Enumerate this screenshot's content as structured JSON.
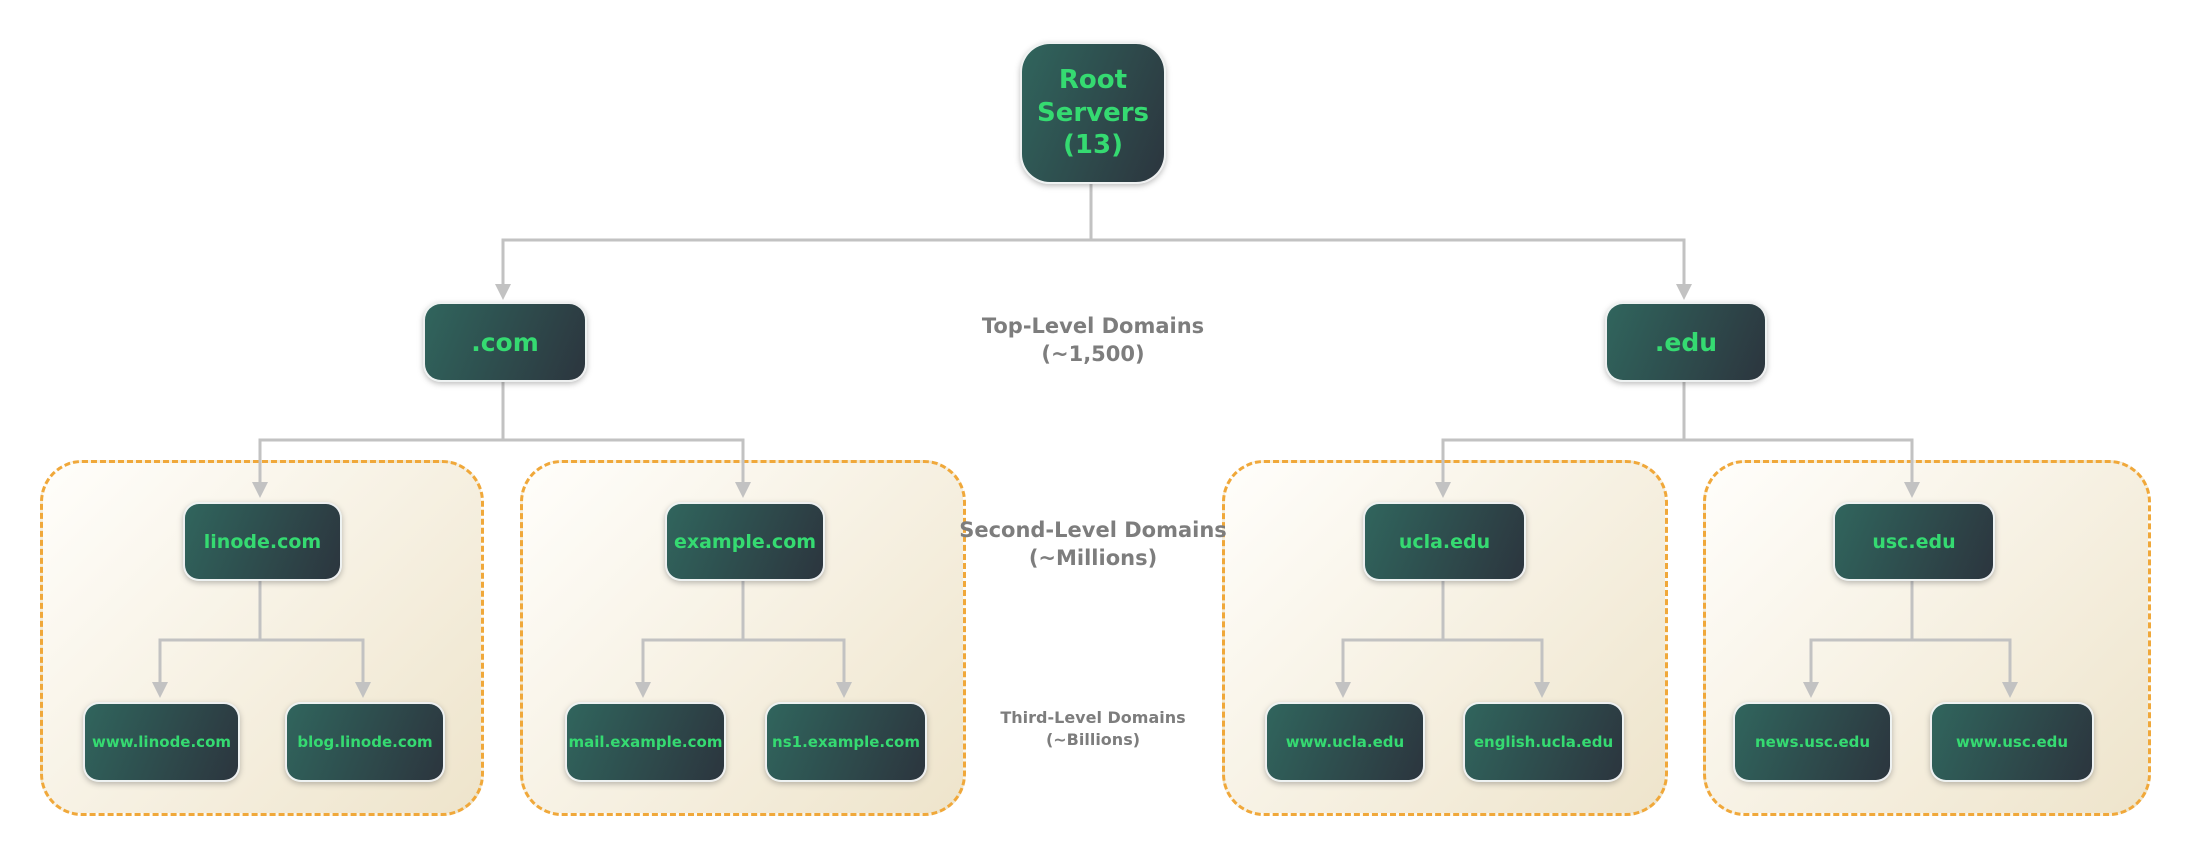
{
  "nodes": {
    "root": {
      "label": "Root Servers (13)"
    },
    "com": {
      "label": ".com"
    },
    "edu": {
      "label": ".edu"
    },
    "linode": {
      "label": "linode.com"
    },
    "example": {
      "label": "example.com"
    },
    "ucla": {
      "label": "ucla.edu"
    },
    "usc": {
      "label": "usc.edu"
    },
    "www_linode": {
      "label": "www.linode.com"
    },
    "blog_linode": {
      "label": "blog.linode.com"
    },
    "mail_example": {
      "label": "mail.example.com"
    },
    "ns1_example": {
      "label": "ns1.example.com"
    },
    "www_ucla": {
      "label": "www.ucla.edu"
    },
    "english_ucla": {
      "label": "english.ucla.edu"
    },
    "news_usc": {
      "label": "news.usc.edu"
    },
    "www_usc": {
      "label": "www.usc.edu"
    }
  },
  "level_labels": {
    "tld": {
      "line1": "Top-Level Domains",
      "line2": "(~1,500)"
    },
    "sld": {
      "line1": "Second-Level Domains",
      "line2": "(~Millions)"
    },
    "third": {
      "line1": "Third-Level Domains",
      "line2": "(~Billions)"
    }
  },
  "edges": [
    [
      "root",
      "com"
    ],
    [
      "root",
      "edu"
    ],
    [
      "com",
      "linode"
    ],
    [
      "com",
      "example"
    ],
    [
      "edu",
      "ucla"
    ],
    [
      "edu",
      "usc"
    ],
    [
      "linode",
      "www_linode"
    ],
    [
      "linode",
      "blog_linode"
    ],
    [
      "example",
      "mail_example"
    ],
    [
      "example",
      "ns1_example"
    ],
    [
      "ucla",
      "www_ucla"
    ],
    [
      "ucla",
      "english_ucla"
    ],
    [
      "usc",
      "news_usc"
    ],
    [
      "usc",
      "www_usc"
    ]
  ],
  "colors": {
    "node_gradient_start": "#30655d",
    "node_gradient_end": "#2c353e",
    "node_text": "#35da71",
    "connector": "#c2c2c2",
    "group_border": "#f0a83a",
    "group_bg_start": "#fffefb",
    "group_bg_end": "#eee4cb",
    "label_text": "#7d7d7d"
  }
}
